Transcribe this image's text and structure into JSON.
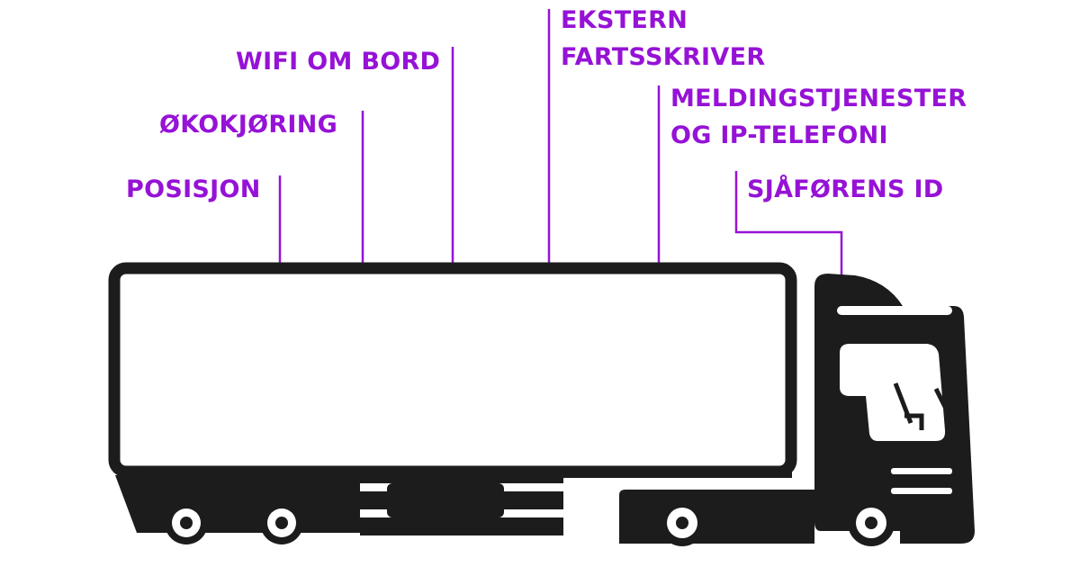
{
  "labels": {
    "posisjon": "POSISJON",
    "okokjoring": "ØKOKJØRING",
    "wifi": "WIFI OM BORD",
    "ekstern_line1": "EKSTERN",
    "ekstern_line2": "FARTSSKRIVER",
    "meldings_line1": "MELDINGSTJENESTER",
    "meldings_line2": "OG IP-TELEFONI",
    "sjafor": "SJÅFØRENS ID"
  },
  "colors": {
    "accent": "#9612d6",
    "truck": "#1c1c1c",
    "background": "#ffffff"
  }
}
